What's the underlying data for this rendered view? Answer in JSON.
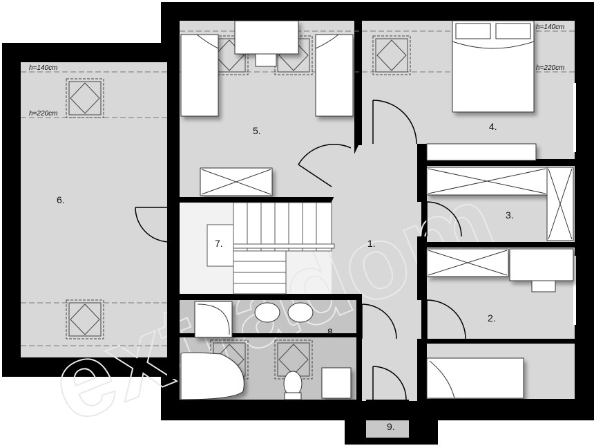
{
  "rooms": {
    "r1": "1.",
    "r2": "2.",
    "r3": "3.",
    "r4": "4.",
    "r5": "5.",
    "r6": "6.",
    "r7": "7.",
    "r8": "8.",
    "r9": "9."
  },
  "heights": {
    "right_140": "h=140cm",
    "right_220": "h=220cm",
    "left_140": "h=140cm",
    "left_220": "h=220cm"
  },
  "watermark": "extradom",
  "colors": {
    "wall": "#000000",
    "floor": "#d8d8d8",
    "floor_light": "#f0f0f0",
    "wet_floor": "#c4c4c4",
    "furniture": "#ffffff"
  }
}
